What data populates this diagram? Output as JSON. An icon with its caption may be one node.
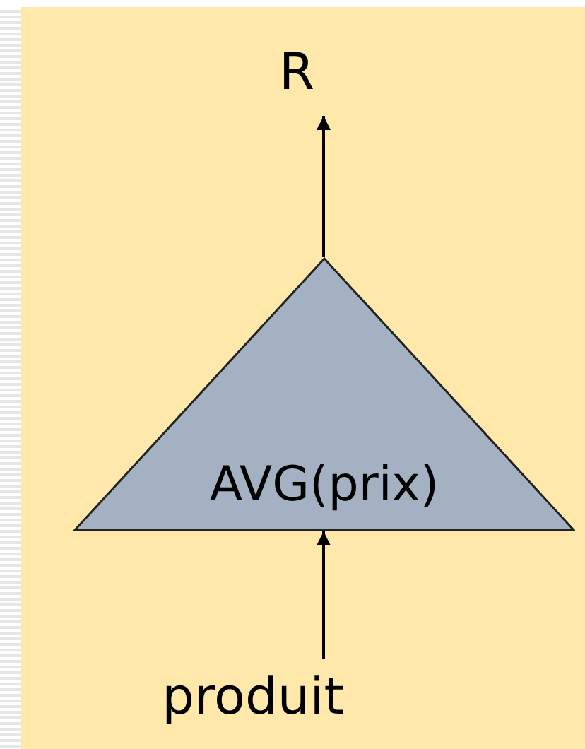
{
  "diagram": {
    "nodes": [
      {
        "text": [
          "R"
        ]
      },
      {
        "text": [
          "AVG(prix)"
        ]
      },
      {
        "text": [
          "produit"
        ]
      }
    ],
    "edges": [
      {
        "from": 1,
        "to": 0,
        "arrow": "to"
      },
      {
        "from": 2,
        "to": 1,
        "arrow": "to"
      }
    ]
  }
}
